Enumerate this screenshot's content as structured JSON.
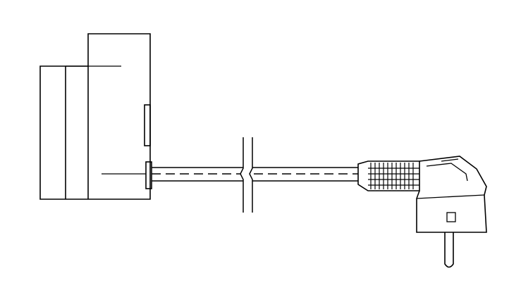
{
  "diagram": {
    "colors": {
      "background": "#ffffff",
      "line": "#000000"
    },
    "components": [
      "power-adapter-housing",
      "cable",
      "cable-break-symbol",
      "schuko-angled-plug"
    ],
    "texts": []
  }
}
